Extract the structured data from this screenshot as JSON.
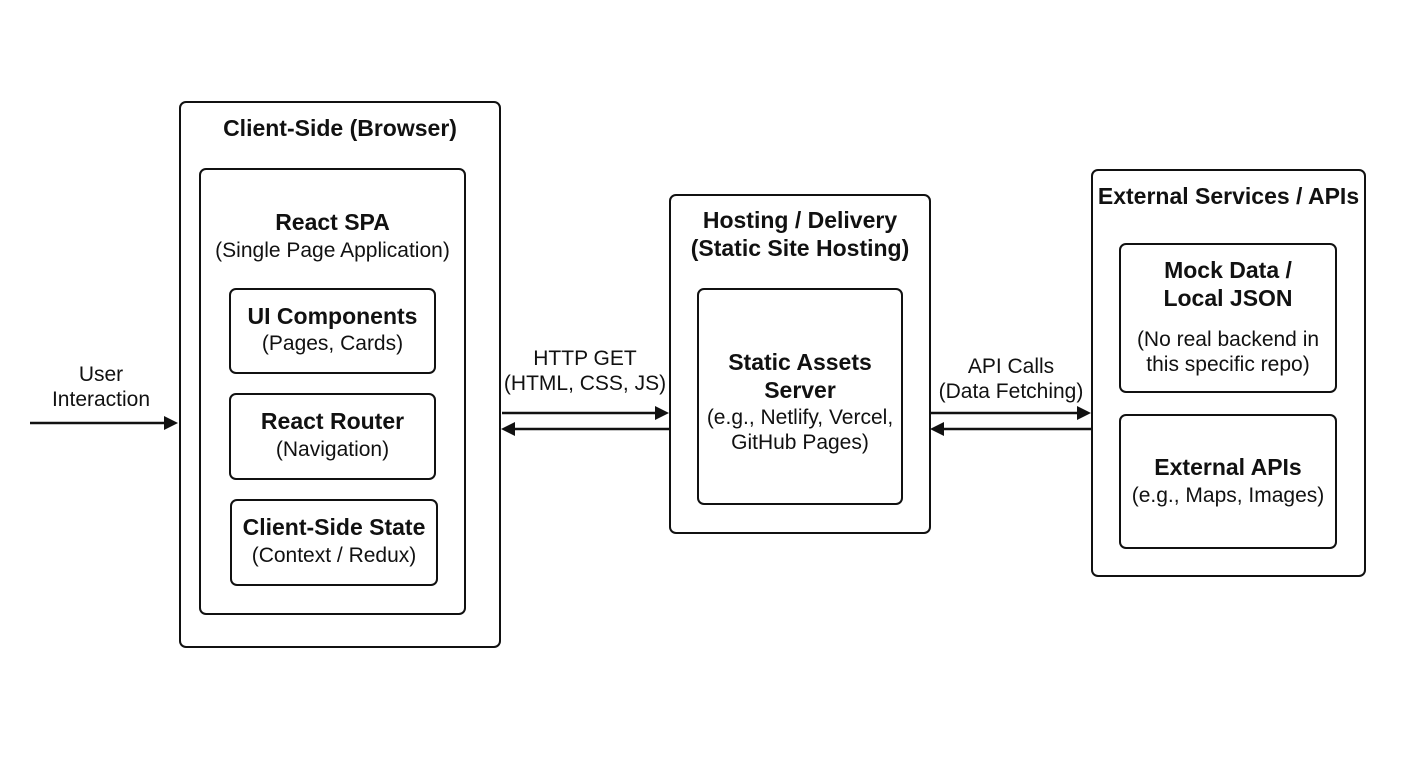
{
  "client": {
    "title": "Client-Side (Browser)",
    "spa": {
      "title": "React SPA",
      "subtitle": "(Single Page Application)",
      "components": [
        {
          "title": "UI Components",
          "subtitle": "(Pages, Cards)"
        },
        {
          "title": "React Router",
          "subtitle": "(Navigation)"
        },
        {
          "title": "Client-Side State",
          "subtitle": "(Context / Redux)"
        }
      ]
    }
  },
  "user_interaction": {
    "line1": "User",
    "line2": "Interaction"
  },
  "http_get": {
    "line1": "HTTP GET",
    "line2": "(HTML, CSS, JS)"
  },
  "hosting": {
    "title_line1": "Hosting / Delivery",
    "title_line2": "(Static Site Hosting)",
    "server": {
      "title_line1": "Static Assets",
      "title_line2": "Server",
      "sub_line1": "(e.g., Netlify, Vercel,",
      "sub_line2": "GitHub Pages)"
    }
  },
  "api_calls": {
    "line1": "API Calls",
    "line2": "(Data Fetching)"
  },
  "external": {
    "title": "External Services / APIs",
    "mock": {
      "title_line1": "Mock Data /",
      "title_line2": "Local JSON",
      "sub_line1": "(No real backend in",
      "sub_line2": "this specific repo)"
    },
    "apis": {
      "title": "External APIs",
      "subtitle": "(e.g., Maps, Images)"
    }
  }
}
